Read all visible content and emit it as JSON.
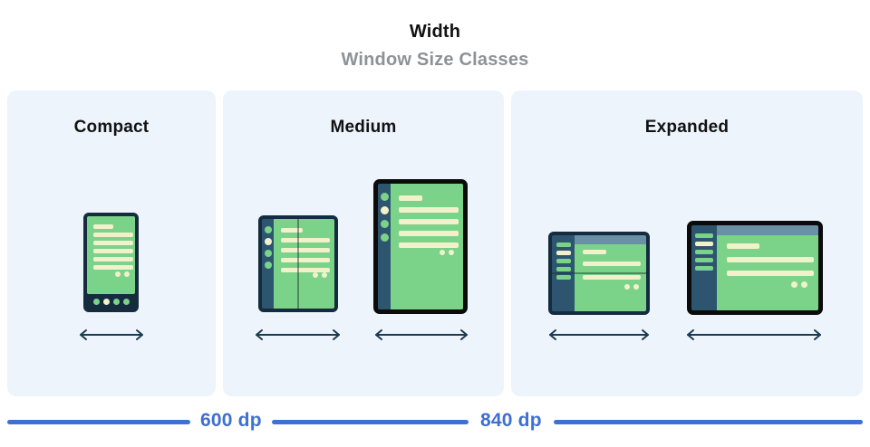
{
  "header": {
    "title": "Width",
    "subtitle": "Window Size Classes"
  },
  "panels": [
    {
      "label": "Compact",
      "devices": [
        "phone"
      ]
    },
    {
      "label": "Medium",
      "devices": [
        "foldable-open",
        "tablet-portrait"
      ]
    },
    {
      "label": "Expanded",
      "devices": [
        "foldable-landscape",
        "desktop-display"
      ]
    }
  ],
  "ruler": {
    "labels": [
      "600 dp",
      "840 dp"
    ]
  },
  "colors": {
    "accent_blue": "#3e6fd2",
    "panel_bg": "#edf4fc",
    "device_green": "#7bd389",
    "device_navy": "#152c3e",
    "sidebar_navy": "#2e5570",
    "topbar_blue": "#6a90a6",
    "skeleton_cream": "#f3f1cc",
    "subtitle_gray": "#8d9297",
    "frame_black": "#0b0b0b",
    "arrow_navy": "#1c3a52"
  }
}
